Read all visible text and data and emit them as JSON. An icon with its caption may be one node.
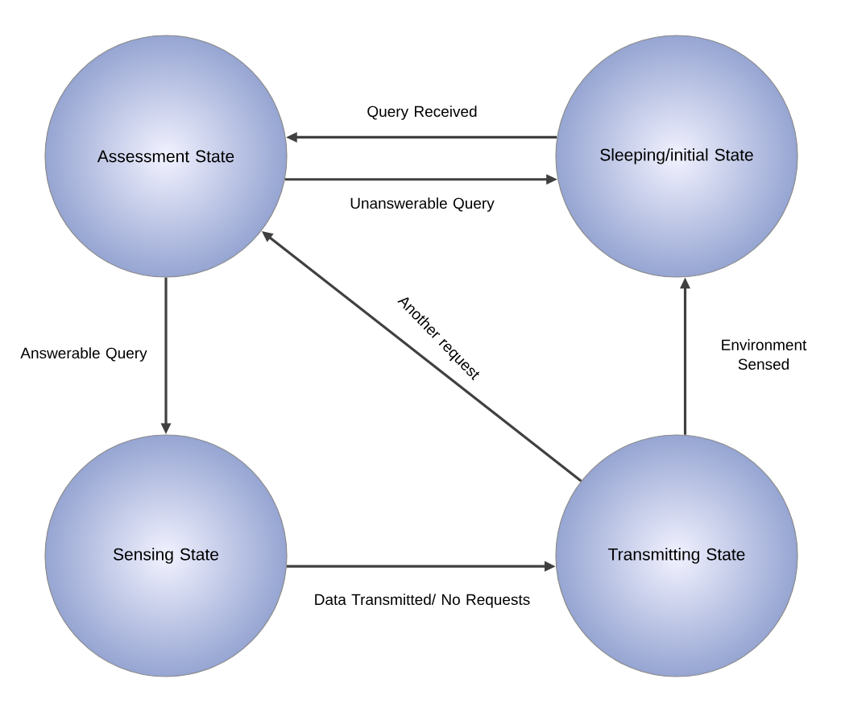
{
  "diagram": {
    "nodes": [
      {
        "text": [
          "Assessment State"
        ]
      },
      {
        "text": [
          "Sleeping/initial State"
        ]
      },
      {
        "text": [
          "Sensing State"
        ]
      },
      {
        "text": [
          "Transmitting State"
        ]
      }
    ],
    "edges": [
      {
        "from": 1,
        "to": 0,
        "arrow": "to",
        "label": "Query Received"
      },
      {
        "from": 0,
        "to": 1,
        "arrow": "to",
        "label": "Unanswerable Query"
      },
      {
        "from": 0,
        "to": 2,
        "arrow": "to",
        "label": "Answerable Query"
      },
      {
        "from": 2,
        "to": 3,
        "arrow": "to",
        "label": "Data Transmitted/ No Requests"
      },
      {
        "from": 3,
        "to": 0,
        "arrow": "to",
        "label": "Another request"
      },
      {
        "from": 3,
        "to": 1,
        "arrow": "to",
        "label": "Environment Sensed"
      }
    ]
  }
}
